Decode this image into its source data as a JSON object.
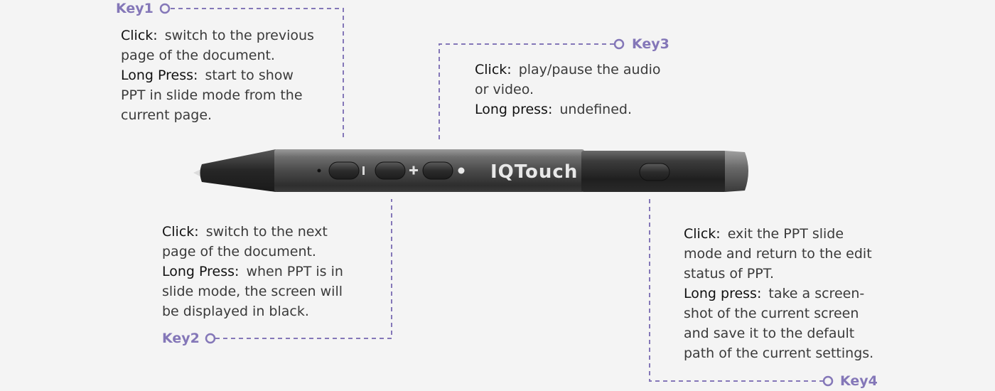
{
  "accent_color": "#8477b8",
  "pen": {
    "brand": "IQTouch"
  },
  "keys": [
    {
      "label": "Key1",
      "lines": [
        {
          "term": "Click:",
          "text": "switch to the previous"
        },
        {
          "term": "",
          "text": "page of the document."
        },
        {
          "term": "Long Press:",
          "text": "start to show"
        },
        {
          "term": "",
          "text": "PPT in slide mode from the"
        },
        {
          "term": "",
          "text": "current page."
        }
      ]
    },
    {
      "label": "Key2",
      "lines": [
        {
          "term": "Click:",
          "text": "switch to the next"
        },
        {
          "term": "",
          "text": "page of the document."
        },
        {
          "term": "Long Press:",
          "text": "when PPT is in"
        },
        {
          "term": "",
          "text": "slide mode, the screen will"
        },
        {
          "term": "",
          "text": "be displayed in black."
        }
      ]
    },
    {
      "label": "Key3",
      "lines": [
        {
          "term": "Click:",
          "text": "play/pause the audio"
        },
        {
          "term": "",
          "text": "or video."
        },
        {
          "term": "Long press:",
          "text": "undefined."
        }
      ]
    },
    {
      "label": "Key4",
      "lines": [
        {
          "term": "Click:",
          "text": "exit the PPT slide"
        },
        {
          "term": "",
          "text": "mode and return to the edit"
        },
        {
          "term": "",
          "text": "status of PPT."
        },
        {
          "term": "Long press:",
          "text": "take a screen-"
        },
        {
          "term": "",
          "text": "shot of the current screen"
        },
        {
          "term": "",
          "text": "and save it to the default"
        },
        {
          "term": "",
          "text": "path of the current settings."
        }
      ]
    }
  ]
}
